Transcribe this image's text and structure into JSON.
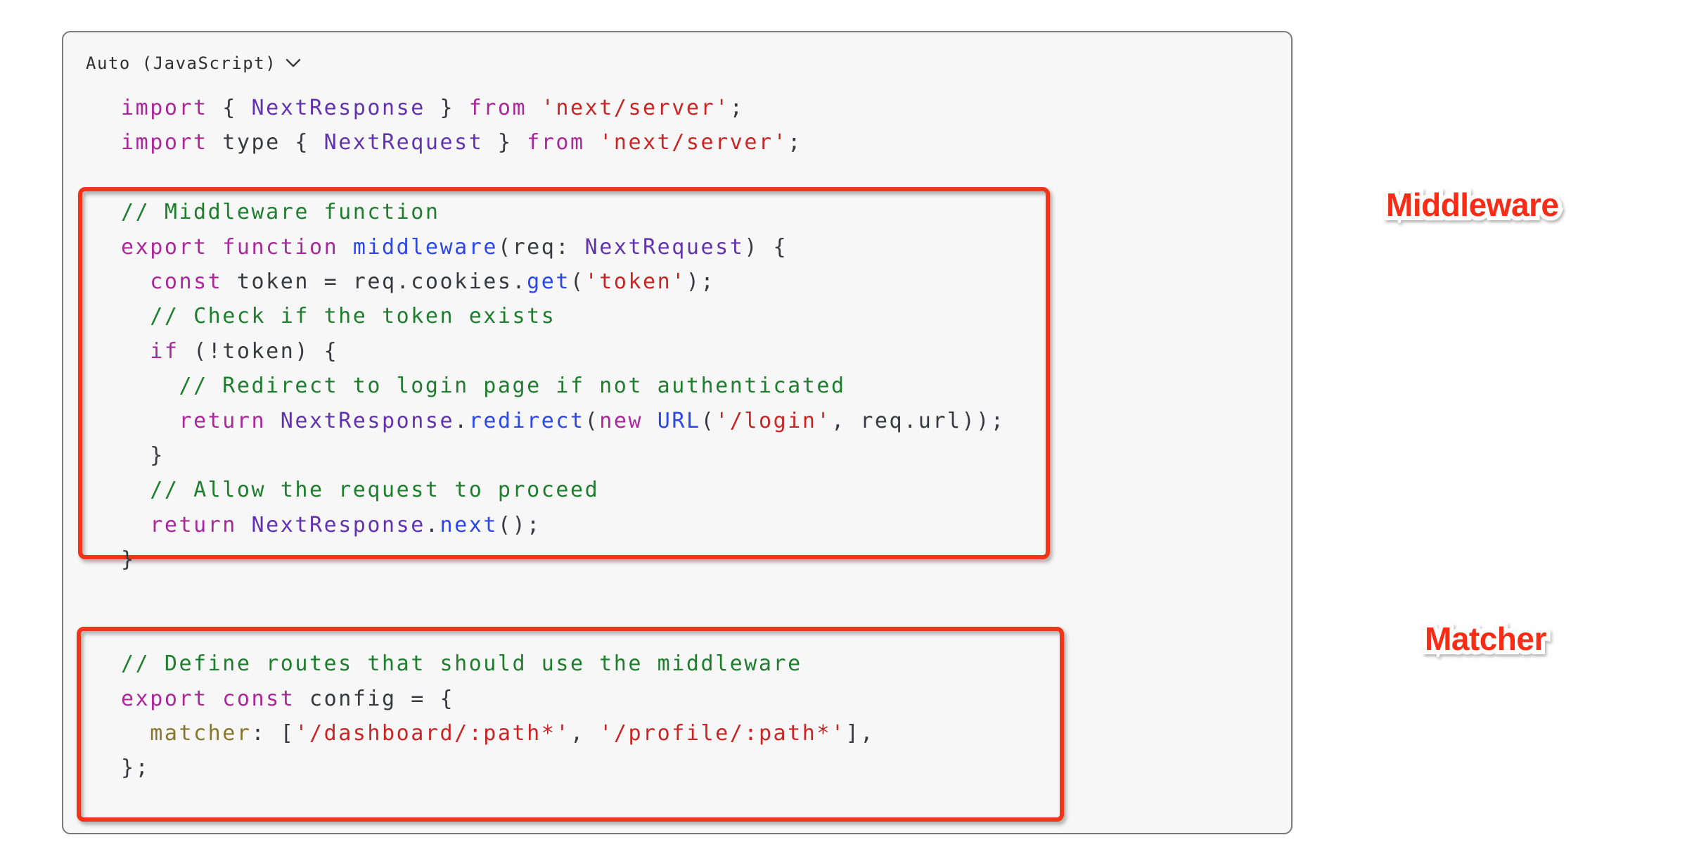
{
  "panel": {
    "language_selector": {
      "label": "Auto (JavaScript)"
    }
  },
  "annotations": {
    "middleware_label": "Middleware",
    "matcher_label": "Matcher"
  },
  "colors": {
    "pl": "#37393f",
    "kw": "#aa289b",
    "type": "#6233ae",
    "fn": "#2b46e9",
    "com": "#1e7e2e",
    "str": "#c92525",
    "prop": "#86762d",
    "box": "#f43418",
    "label": "#fb2c16",
    "panel_bg": "#f7f7f7",
    "panel_border": "#7a7a7a"
  },
  "code": {
    "lines": [
      [
        [
          "kw",
          "import"
        ],
        [
          "pl",
          " { "
        ],
        [
          "type",
          "NextResponse"
        ],
        [
          "pl",
          " } "
        ],
        [
          "kw",
          "from"
        ],
        [
          "pl",
          " "
        ],
        [
          "str",
          "'next/server'"
        ],
        [
          "pl",
          ";"
        ]
      ],
      [
        [
          "kw",
          "import"
        ],
        [
          "pl",
          " type { "
        ],
        [
          "type",
          "NextRequest"
        ],
        [
          "pl",
          " } "
        ],
        [
          "kw",
          "from"
        ],
        [
          "pl",
          " "
        ],
        [
          "str",
          "'next/server'"
        ],
        [
          "pl",
          ";"
        ]
      ],
      [],
      [
        [
          "com",
          "// Middleware function"
        ]
      ],
      [
        [
          "kw",
          "export"
        ],
        [
          "pl",
          " "
        ],
        [
          "kw",
          "function"
        ],
        [
          "pl",
          " "
        ],
        [
          "fn",
          "middleware"
        ],
        [
          "pl",
          "(req: "
        ],
        [
          "type",
          "NextRequest"
        ],
        [
          "pl",
          ") {"
        ]
      ],
      [
        [
          "pl",
          "  "
        ],
        [
          "kw",
          "const"
        ],
        [
          "pl",
          " token = req.cookies."
        ],
        [
          "fn",
          "get"
        ],
        [
          "pl",
          "("
        ],
        [
          "str",
          "'token'"
        ],
        [
          "pl",
          ");"
        ]
      ],
      [
        [
          "pl",
          "  "
        ],
        [
          "com",
          "// Check if the token exists"
        ]
      ],
      [
        [
          "pl",
          "  "
        ],
        [
          "kw",
          "if"
        ],
        [
          "pl",
          " (!token) {"
        ]
      ],
      [
        [
          "pl",
          "    "
        ],
        [
          "com",
          "// Redirect to login page if not authenticated"
        ]
      ],
      [
        [
          "pl",
          "    "
        ],
        [
          "kw",
          "return"
        ],
        [
          "pl",
          " "
        ],
        [
          "type",
          "NextResponse"
        ],
        [
          "pl",
          "."
        ],
        [
          "fn",
          "redirect"
        ],
        [
          "pl",
          "("
        ],
        [
          "kw",
          "new"
        ],
        [
          "pl",
          " "
        ],
        [
          "fn",
          "URL"
        ],
        [
          "pl",
          "("
        ],
        [
          "str",
          "'/login'"
        ],
        [
          "pl",
          ", req.url));"
        ]
      ],
      [
        [
          "pl",
          "  }"
        ]
      ],
      [
        [
          "pl",
          "  "
        ],
        [
          "com",
          "// Allow the request to proceed"
        ]
      ],
      [
        [
          "pl",
          "  "
        ],
        [
          "kw",
          "return"
        ],
        [
          "pl",
          " "
        ],
        [
          "type",
          "NextResponse"
        ],
        [
          "pl",
          "."
        ],
        [
          "fn",
          "next"
        ],
        [
          "pl",
          "();"
        ]
      ],
      [
        [
          "pl",
          "}"
        ]
      ],
      [],
      [],
      [
        [
          "com",
          "// Define routes that should use the middleware"
        ]
      ],
      [
        [
          "kw",
          "export"
        ],
        [
          "pl",
          " "
        ],
        [
          "kw",
          "const"
        ],
        [
          "pl",
          " config = {"
        ]
      ],
      [
        [
          "pl",
          "  "
        ],
        [
          "prop",
          "matcher"
        ],
        [
          "pl",
          ": ["
        ],
        [
          "str",
          "'/dashboard/:path*'"
        ],
        [
          "pl",
          ", "
        ],
        [
          "str",
          "'/profile/:path*'"
        ],
        [
          "pl",
          "],"
        ]
      ],
      [
        [
          "pl",
          "};"
        ]
      ]
    ]
  }
}
